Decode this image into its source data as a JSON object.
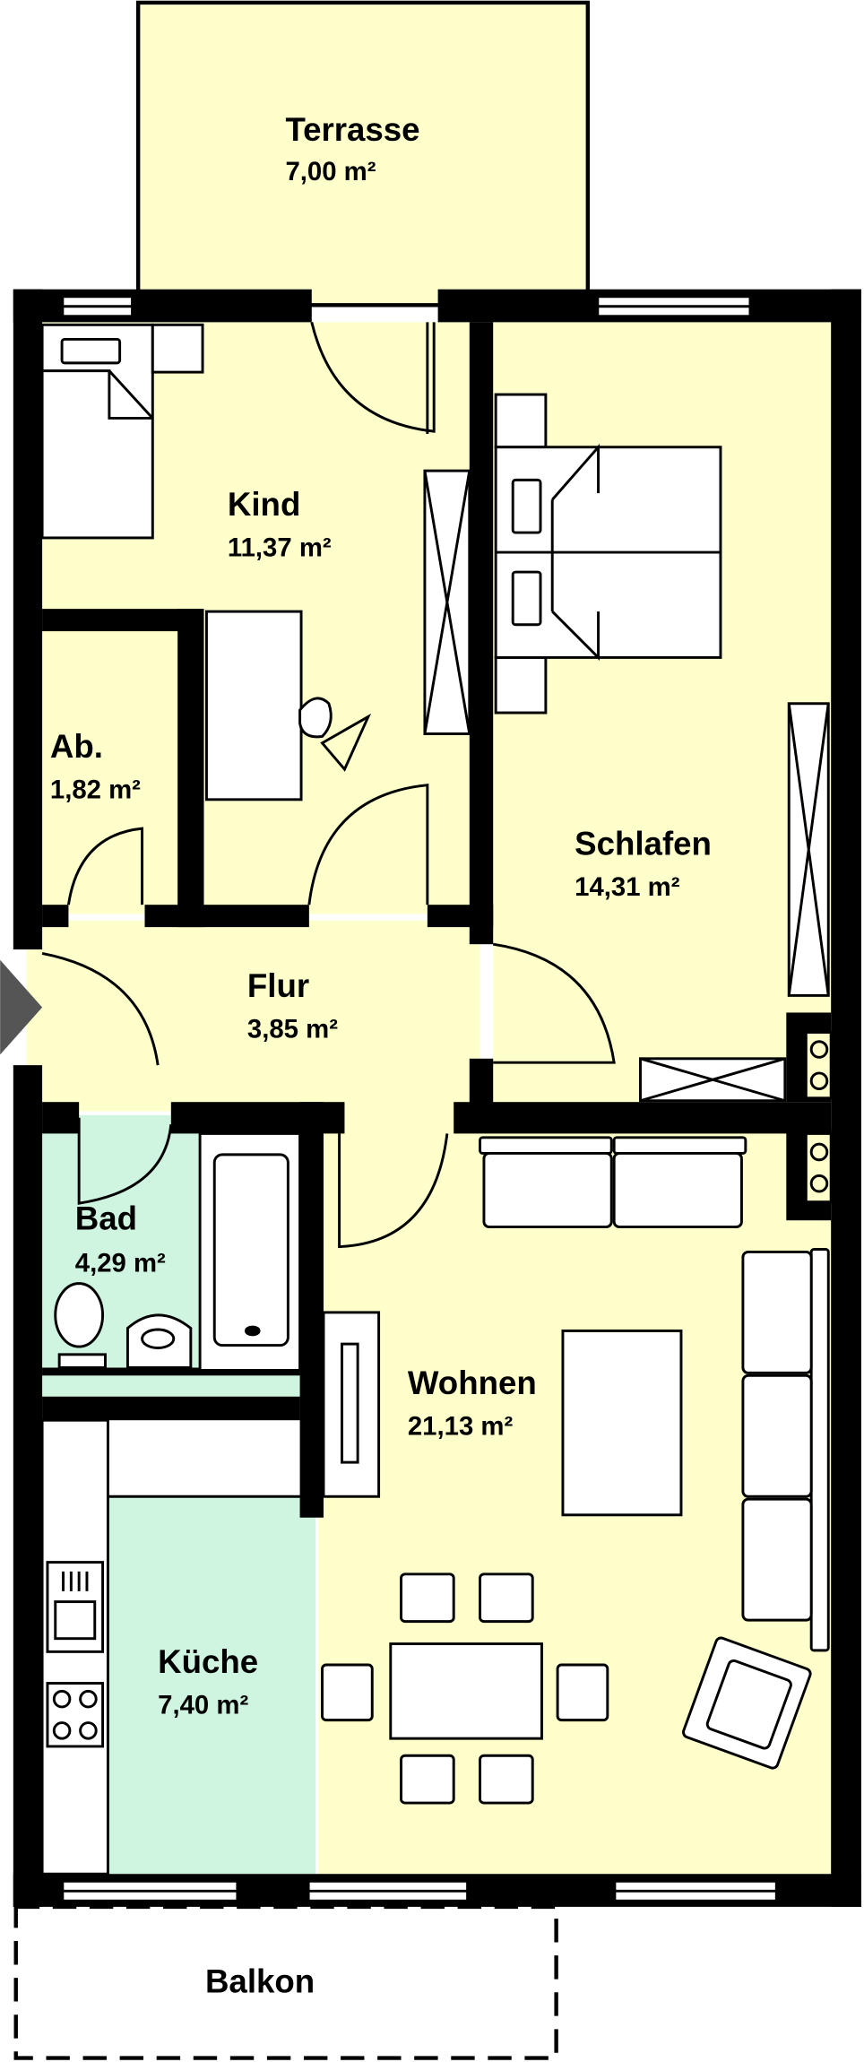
{
  "plan": {
    "rooms": [
      {
        "name": "Terrasse",
        "area": "7,00 m²"
      },
      {
        "name": "Kind",
        "area": "11,37 m²"
      },
      {
        "name": "Ab.",
        "area": "1,82 m²"
      },
      {
        "name": "Schlafen",
        "area": "14,31 m²"
      },
      {
        "name": "Flur",
        "area": "3,85 m²"
      },
      {
        "name": "Bad",
        "area": "4,29 m²"
      },
      {
        "name": "Wohnen",
        "area": "21,13 m²"
      },
      {
        "name": "Küche",
        "area": "7,40 m²"
      },
      {
        "name": "Balkon"
      }
    ],
    "colors": {
      "living": "#ffffcc",
      "wet": "#cff5e0",
      "wall": "#000000",
      "entrance": "#555555"
    }
  }
}
